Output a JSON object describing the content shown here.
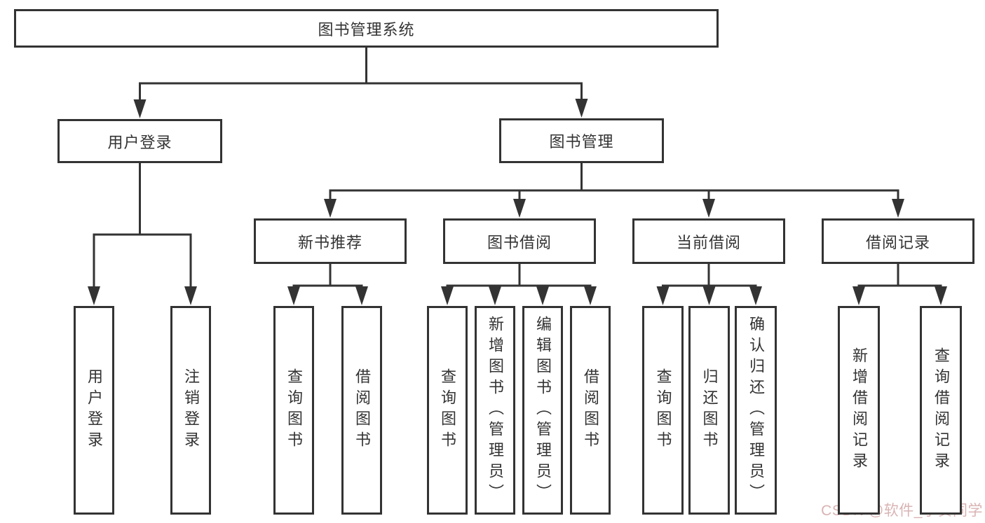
{
  "diagram_title": "图书管理系统",
  "nodes": [
    {
      "id": "root",
      "label": "图书管理系统",
      "level": 0
    },
    {
      "id": "user-login",
      "label": "用户登录",
      "level": 1
    },
    {
      "id": "book-mgmt",
      "label": "图书管理",
      "level": 1
    },
    {
      "id": "new-book-rec",
      "label": "新书推荐",
      "level": 2
    },
    {
      "id": "book-borrow",
      "label": "图书借阅",
      "level": 2
    },
    {
      "id": "current-borrow",
      "label": "当前借阅",
      "level": 2
    },
    {
      "id": "borrow-records",
      "label": "借阅记录",
      "level": 2
    },
    {
      "id": "ul-login",
      "label": "用户登录",
      "level": 3
    },
    {
      "id": "ul-logout",
      "label": "注销登录",
      "level": 3
    },
    {
      "id": "nb-query",
      "label": "查询图书",
      "level": 3
    },
    {
      "id": "nb-borrow",
      "label": "借阅图书",
      "level": 3
    },
    {
      "id": "bb-query",
      "label": "查询图书",
      "level": 3
    },
    {
      "id": "bb-add",
      "label": "新增图书（管理员）",
      "level": 3
    },
    {
      "id": "bb-edit",
      "label": "编辑图书（管理员）",
      "level": 3
    },
    {
      "id": "bb-borrow",
      "label": "借阅图书",
      "level": 3
    },
    {
      "id": "cb-query",
      "label": "查询图书",
      "level": 3
    },
    {
      "id": "cb-return",
      "label": "归还图书",
      "level": 3
    },
    {
      "id": "cb-confirm",
      "label": "确认归还（管理员）",
      "level": 3
    },
    {
      "id": "br-add",
      "label": "新增借阅记录",
      "level": 3
    },
    {
      "id": "br-query",
      "label": "查询借阅记录",
      "level": 3
    }
  ],
  "edges": [
    {
      "from": "root",
      "to": [
        "user-login",
        "book-mgmt"
      ]
    },
    {
      "from": "user-login",
      "to": [
        "ul-login",
        "ul-logout"
      ]
    },
    {
      "from": "book-mgmt",
      "to": [
        "new-book-rec",
        "book-borrow",
        "current-borrow",
        "borrow-records"
      ]
    },
    {
      "from": "new-book-rec",
      "to": [
        "nb-query",
        "nb-borrow"
      ]
    },
    {
      "from": "book-borrow",
      "to": [
        "bb-query",
        "bb-add",
        "bb-edit",
        "bb-borrow"
      ]
    },
    {
      "from": "current-borrow",
      "to": [
        "cb-query",
        "cb-return",
        "cb-confirm"
      ]
    },
    {
      "from": "borrow-records",
      "to": [
        "br-add",
        "br-query"
      ]
    }
  ],
  "watermark": "CSDN @软件_小贺同学",
  "colors": {
    "line": "#333333",
    "box_border": "#333333",
    "text": "#333333",
    "background": "#ffffff",
    "watermark": "#c58b8b"
  }
}
